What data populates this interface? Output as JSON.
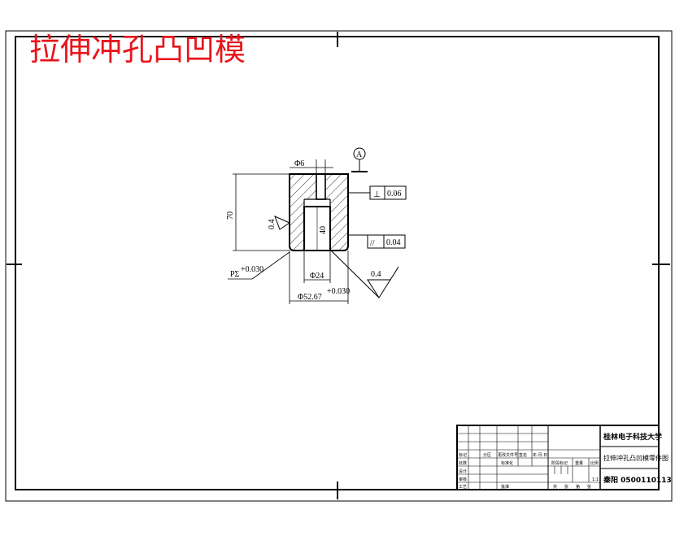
{
  "drawing": {
    "title": "拉伸冲孔凸凹模",
    "title_color": "#e8141c",
    "dims": {
      "bore_dia": "Φ6",
      "height": "70",
      "depth": "40",
      "inner_dia": "Φ24",
      "outer_dia": "Φ52.67",
      "outer_tol": "+0.030",
      "side_label": "PΣ",
      "side_tol": "+0.030",
      "roughness_left": "0.4",
      "roughness_right": "0.4"
    },
    "datum": "A",
    "tolerances": [
      {
        "symbol": "⊥",
        "value": "0.06"
      },
      {
        "symbol": "//",
        "value": "0.04"
      }
    ]
  },
  "title_block": {
    "school": "桂林电子科技大学",
    "part_name": "拉伸冲孔凸凹模零件图",
    "author": "秦阳 0500110113",
    "scale": "1:1",
    "row_labels": [
      "标记",
      "处数",
      "分区",
      "更改文件号",
      "签名",
      "年.月.日"
    ],
    "left_labels": [
      "设计",
      "审核",
      "工艺"
    ],
    "standard": "标准化",
    "approve": "批准",
    "stage_labels": [
      "阶段标记",
      "重量",
      "比例"
    ],
    "sheet_labels": [
      "共",
      "张",
      "第",
      "张"
    ]
  }
}
